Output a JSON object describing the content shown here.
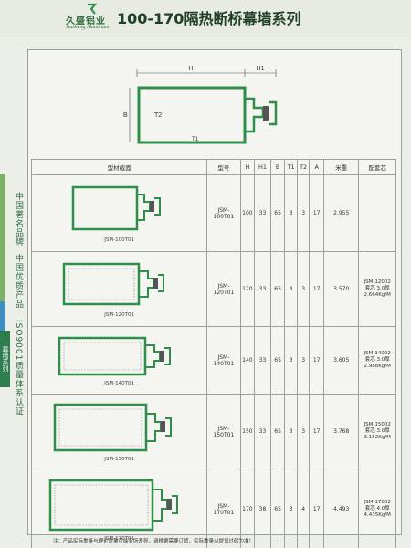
{
  "brand": {
    "name_cn": "久盛铝业",
    "name_en": "Jiusheng Aluminum"
  },
  "title": "100-170隔热断桥幕墙系列",
  "side_texts": [
    "中国著名品牌",
    "中国优质产品",
    "ISO9001质量体系认证"
  ],
  "side_tab": "幕墙系列",
  "drawing_labels": {
    "h": "H",
    "h1": "H1",
    "t2": "T2",
    "b": "B",
    "t1": "T1"
  },
  "table": {
    "headers": [
      "型材截面",
      "型号",
      "H",
      "H1",
      "B",
      "T1",
      "T2",
      "A",
      "米重",
      "配套芯"
    ],
    "rows": [
      {
        "label": "JSM-100T01",
        "model": "JSM-100T01",
        "H": "100",
        "H1": "33",
        "B": "65",
        "T1": "3",
        "T2": "3",
        "A": "17",
        "weight": "2.955",
        "core": [
          "",
          "",
          ""
        ]
      },
      {
        "label": "JSM-120T01",
        "model": "JSM-120T01",
        "H": "120",
        "H1": "33",
        "B": "65",
        "T1": "3",
        "T2": "3",
        "A": "17",
        "weight": "3.570",
        "core": [
          "JSM-12002",
          "套芯 3.0厚",
          "2.664Kg/M"
        ]
      },
      {
        "label": "JSM-140T01",
        "model": "JSM-140T01",
        "H": "140",
        "H1": "33",
        "B": "65",
        "T1": "3",
        "T2": "3",
        "A": "17",
        "weight": "3.605",
        "core": [
          "JSM-14002",
          "套芯 3.0厚",
          "2.988Kg/M"
        ]
      },
      {
        "label": "JSM-150T01",
        "model": "JSM-150T01",
        "H": "150",
        "H1": "33",
        "B": "65",
        "T1": "3",
        "T2": "3",
        "A": "17",
        "weight": "3.768",
        "core": [
          "JSM-15002",
          "套芯 3.0厚",
          "3.152Kg/M"
        ]
      },
      {
        "label": "JSM-170T01",
        "model": "JSM-170T01",
        "H": "170",
        "H1": "38",
        "B": "65",
        "T1": "3",
        "T2": "4",
        "A": "17",
        "weight": "4.493",
        "core": [
          "JSM-17002",
          "套芯 4.0厚",
          "4.435Kg/M"
        ]
      }
    ]
  },
  "footnote": "注：产品实际重量与理论重量可能有所差异，请根据需要订货，实际重量以提货过磅为准！",
  "colors": {
    "profile": "#2f8f4a",
    "accent": "#7fb069"
  }
}
